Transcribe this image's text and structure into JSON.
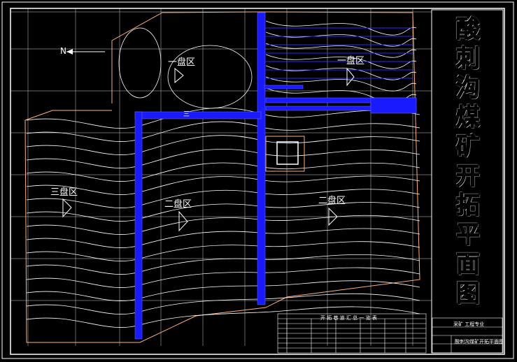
{
  "title_chars": [
    "酸",
    "刺",
    "沟",
    "煤",
    "矿",
    "开",
    "拓",
    "平",
    "面",
    "图"
  ],
  "zones": {
    "top_left": "一盘区",
    "top_right": "一盘区",
    "mid_left": "三盘区",
    "mid_center": "二盘区",
    "mid_right": "二盘区"
  },
  "north_label": "N",
  "roadway_label": "三",
  "legend_title": "开 拓 巷 道 汇 总 一 览 表",
  "title_block": {
    "line1": "采矿 工程专业",
    "line2": "酸刺沟煤矿开拓平面图"
  },
  "colors": {
    "frame": "#ffffff",
    "grid": "#ffffff",
    "contour": "#ffffff",
    "boundary": "#ffb27a",
    "roadway": "#1a1aff"
  }
}
